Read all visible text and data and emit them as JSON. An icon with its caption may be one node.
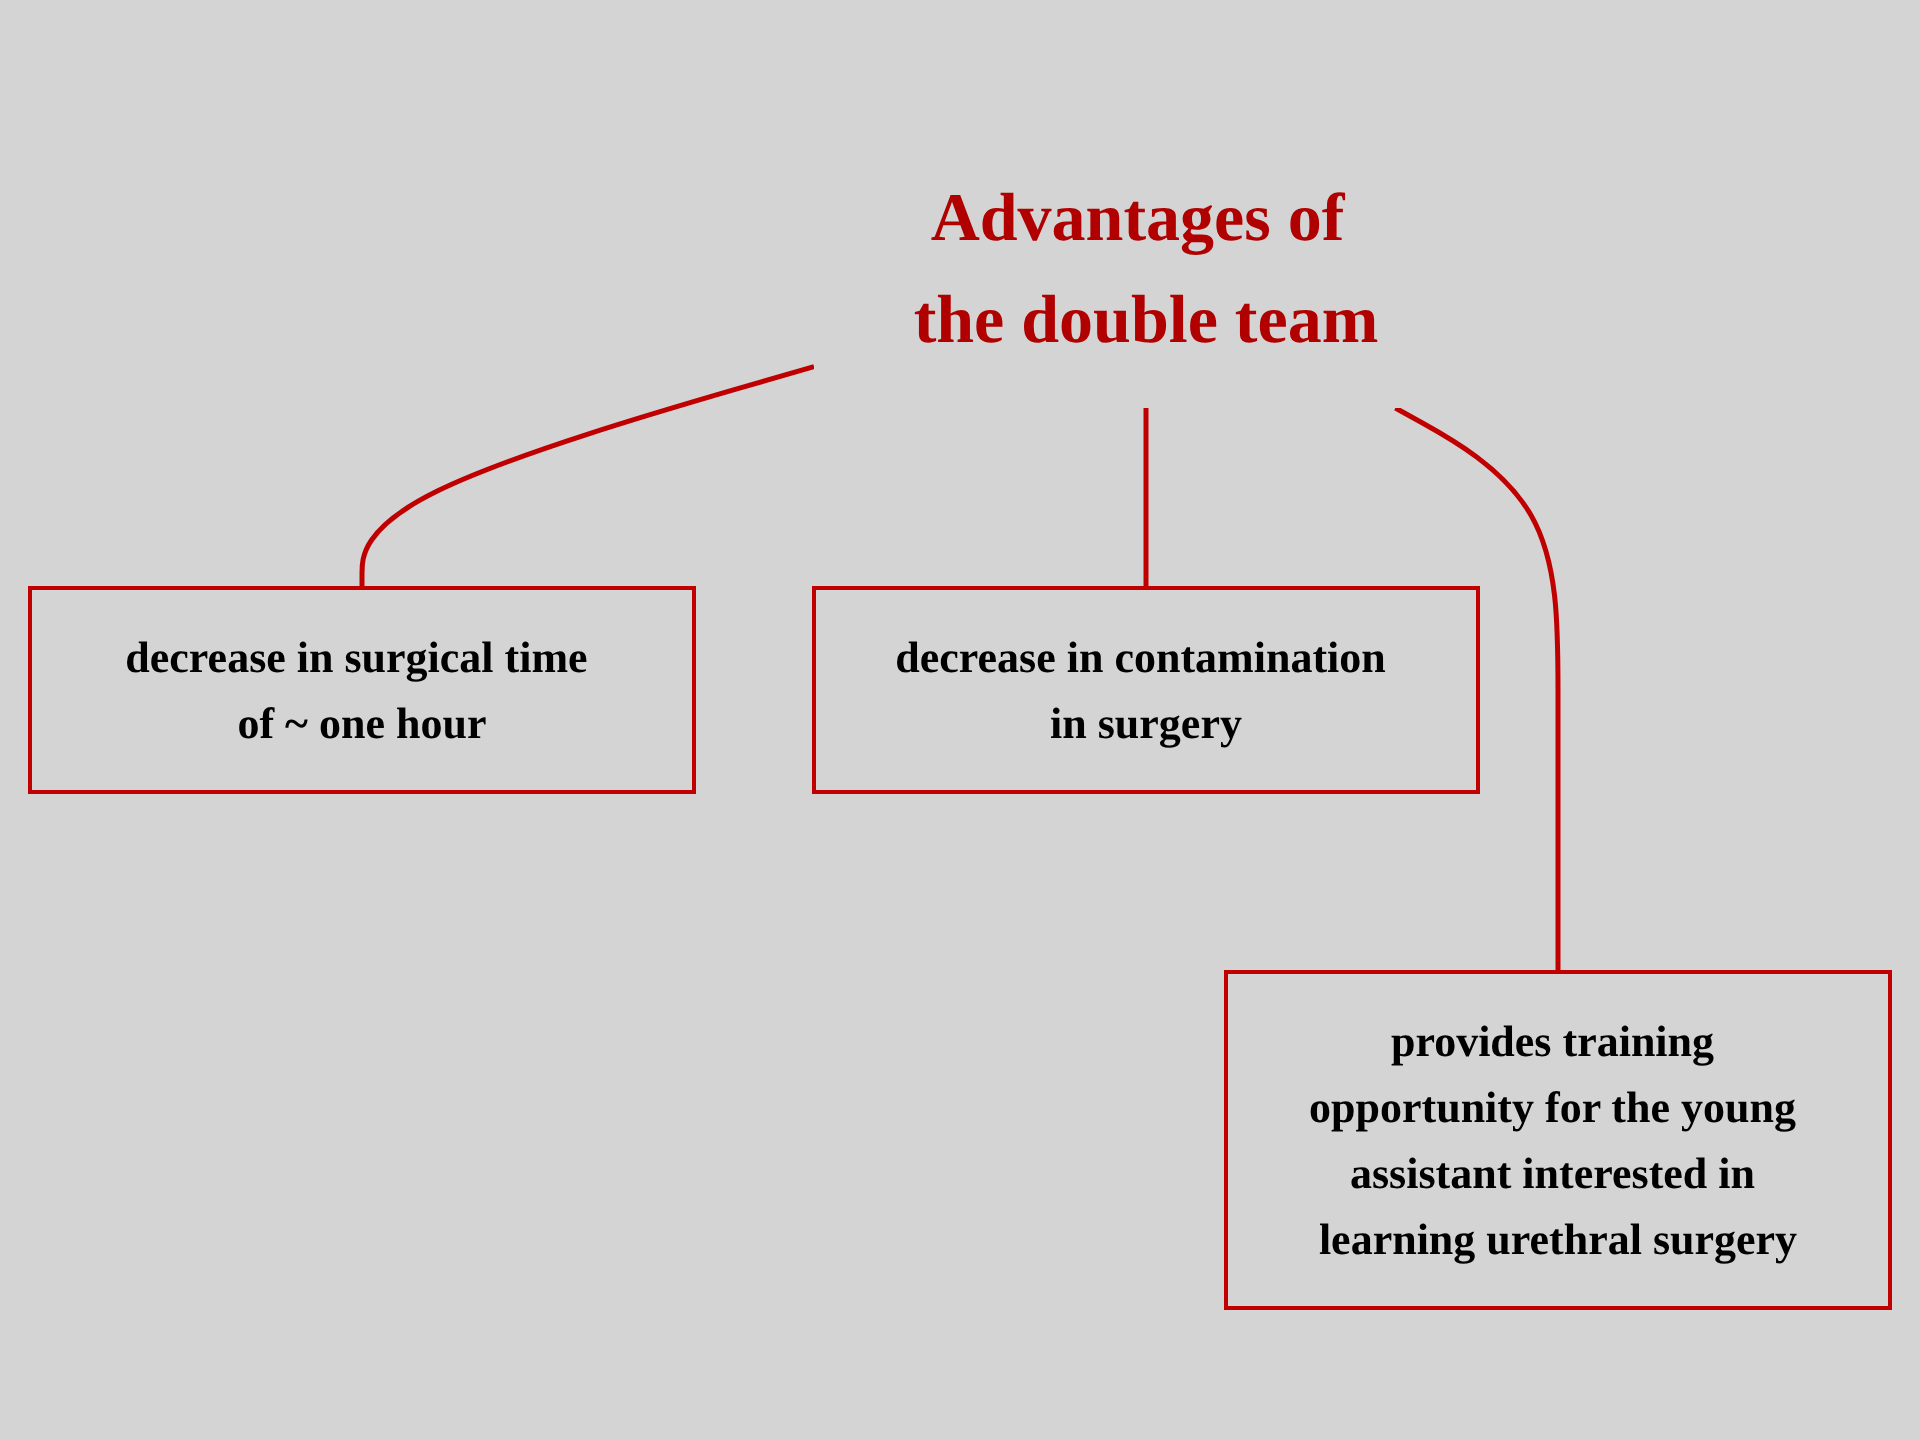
{
  "diagram": {
    "nodes": [
      {
        "text": [
          "Advantages of the double team"
        ]
      },
      {
        "text": [
          "decrease in surgical time of ~ one hour"
        ]
      },
      {
        "text": [
          "decrease in contamination in surgery"
        ]
      },
      {
        "text": [
          "provides training opportunity for the young assistant interested in learning urethral surgery"
        ]
      }
    ],
    "edges": [
      {
        "from": 0,
        "to": 1,
        "arrow": "none"
      },
      {
        "from": 0,
        "to": 3,
        "arrow": "none"
      },
      {
        "from": 0,
        "to": 2,
        "arrow": "none"
      }
    ]
  }
}
